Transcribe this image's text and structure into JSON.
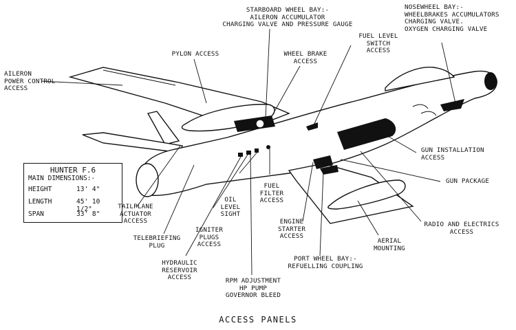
{
  "caption": "ACCESS PANELS",
  "dimensions_box": {
    "title": "HUNTER F.6",
    "subtitle": "MAIN DIMENSIONS:-",
    "rows": [
      {
        "label": "HEIGHT",
        "value": "13' 4\""
      },
      {
        "label": "LENGTH",
        "value": "45' 10 1/2\""
      },
      {
        "label": "SPAN",
        "value": "33' 8\""
      }
    ]
  },
  "callouts": {
    "starboard_wheel_bay": "STARBOARD WHEEL BAY:-\nAILERON ACCUMULATOR\nCHARGING VALVE AND PRESSURE GAUGE",
    "nosewheel_bay": "NOSEWHEEL BAY:-\nWHEELBRAKES ACCUMULATORS\nCHARGING VALVE.\nOXYGEN CHARGING VALVE",
    "fuel_level_switch": "FUEL LEVEL\nSWITCH\nACCESS",
    "pylon_access": "PYLON ACCESS",
    "wheel_brake_access": "WHEEL BRAKE\nACCESS",
    "aileron_power_control": "AILERON\nPOWER CONTROL\nACCESS",
    "gun_installation": "GUN INSTALLATION\nACCESS",
    "gun_package": "GUN PACKAGE",
    "tailplane_actuator": "TAILPLANE\nACTUATOR\nACCESS",
    "oil_level_sight": "OIL\nLEVEL\nSIGHT",
    "fuel_filter": "FUEL\nFILTER\nACCESS",
    "engine_starter": "ENGINE\nSTARTER\nACCESS",
    "igniter_plugs": "IGNITER\nPLUGS\nACCESS",
    "telebriefing_plug": "TELEBRIEFING\nPLUG",
    "radio_electrics": "RADIO AND ELECTRICS\nACCESS",
    "aerial_mounting": "AERIAL\nMOUNTING",
    "hydraulic_reservoir": "HYDRAULIC\nRESERVOIR\nACCESS",
    "port_wheel_bay": "PORT WHEEL BAY:-\nREFUELLING COUPLING",
    "rpm_adjustment": "RPM ADJUSTMENT\nHP PUMP\nGOVERNOR BLEED"
  }
}
